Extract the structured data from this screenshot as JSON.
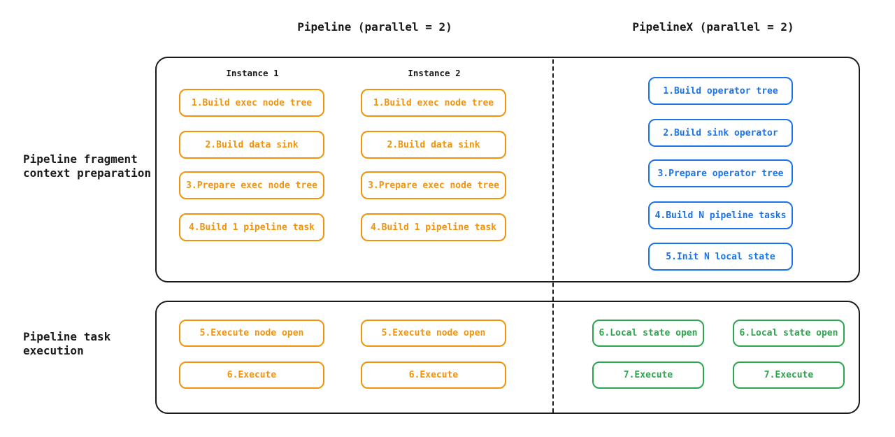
{
  "colors": {
    "orange": "#F2930D",
    "blue": "#1A73E8",
    "green": "#2EA44E",
    "outline": "#1A1A1A"
  },
  "titles": {
    "pipeline": "Pipeline (parallel = 2)",
    "pipelinex": "PipelineX (parallel = 2)"
  },
  "section_labels": {
    "preparation": "Pipeline fragment\ncontext preparation",
    "execution": "Pipeline task\nexecution"
  },
  "pipeline": {
    "instances": [
      {
        "label": "Instance 1",
        "prep_steps": [
          "1.Build exec node tree",
          "2.Build data sink",
          "3.Prepare exec node tree",
          "4.Build 1 pipeline task"
        ],
        "exec_steps": [
          "5.Execute node open",
          "6.Execute"
        ]
      },
      {
        "label": "Instance 2",
        "prep_steps": [
          "1.Build exec node tree",
          "2.Build data sink",
          "3.Prepare exec node tree",
          "4.Build 1 pipeline task"
        ],
        "exec_steps": [
          "5.Execute node open",
          "6.Execute"
        ]
      }
    ]
  },
  "pipelinex": {
    "prep_steps": [
      "1.Build operator tree",
      "2.Build sink operator",
      "3.Prepare operator tree",
      "4.Build N pipeline tasks",
      "5.Init N local state"
    ],
    "task_columns": [
      {
        "exec_steps": [
          "6.Local state open",
          "7.Execute"
        ]
      },
      {
        "exec_steps": [
          "6.Local state open",
          "7.Execute"
        ]
      }
    ]
  }
}
